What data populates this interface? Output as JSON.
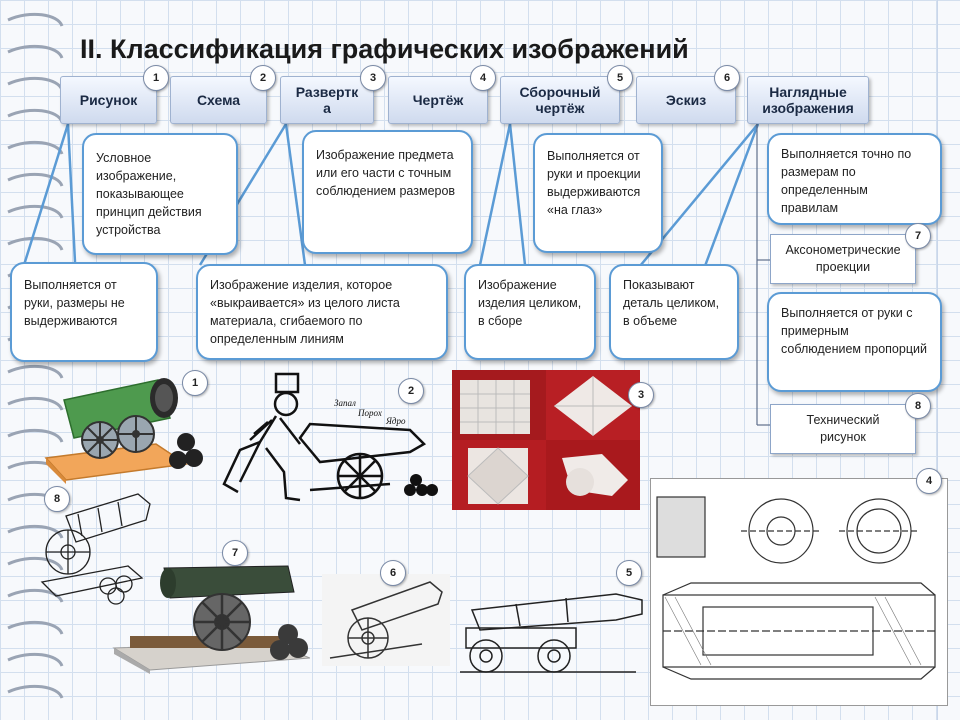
{
  "title": "II. Классификация графических изображений",
  "categories": [
    {
      "label": "Рисунок",
      "num": "1"
    },
    {
      "label": "Схема",
      "num": "2"
    },
    {
      "label": "Развертк а",
      "num": "3"
    },
    {
      "label": "Чертёж",
      "num": "4"
    },
    {
      "label": "Сборочный чертёж",
      "num": "5"
    },
    {
      "label": "Эскиз",
      "num": "6"
    },
    {
      "label": "Наглядные изображения"
    }
  ],
  "descriptions": {
    "scheme": "Условное изображение, показывающее принцип действия устройства",
    "drawing": "Изображение предмета или его части с точным соблюдением размеров",
    "sketch": "Выполняется от руки и проекции выдерживаются «на глаз»",
    "picture": "Выполняется от руки, размеры не выдерживаются",
    "unfolding": "Изображение изделия, которое «выкраивается» из целого листа материала, сгибаемого по определенным линиям",
    "assembly": "Изображение изделия целиком, в сборе",
    "visual": "Показывают деталь целиком, в объеме",
    "axon_desc": "Выполняется точно по размерам по определенным правилам",
    "tech_desc": "Выполняется от руки с примерным соблюдением пропорций"
  },
  "subtypes": [
    {
      "label": "Аксонометрические проекции",
      "num": "7"
    },
    {
      "label": "Технический рисунок",
      "num": "8"
    }
  ],
  "figure_numbers": {
    "drawing_sketch": "1",
    "scheme_sketch": "2",
    "unfolding_photos": "3",
    "drawing_sheet": "4",
    "assembly_drawing": "5",
    "sketch_cannon": "6",
    "axonometric_model": "7",
    "technical_sketch": "8"
  },
  "scheme_labels": [
    "Запал",
    "Порох",
    "Ядро"
  ],
  "colors": {
    "bubble_border": "#5b9bd5",
    "cannon_green": "#4e9a4e",
    "paper_red": "#b01c20",
    "base_orange": "#f2a65a"
  }
}
